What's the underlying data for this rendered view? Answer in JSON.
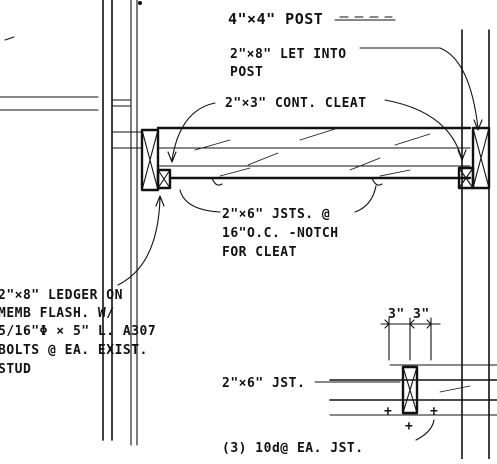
{
  "drawing": {
    "notes": {
      "post": "4\"×4\" POST",
      "let_into_1": "2\"×8\" LET INTO",
      "let_into_2": "POST",
      "cleat": "2\"×3\" CONT. CLEAT",
      "joists_1": "2\"×6\" JSTS. @",
      "joists_2": "16\"O.C. -NOTCH",
      "joists_3": "FOR CLEAT",
      "ledger_1": "2\"×8\" LEDGER ON",
      "ledger_2": "MEMB FLASH. W/",
      "ledger_3": "5/16\"Φ × 5\"  L. A307",
      "ledger_4": "BOLTS @ EA. EXIST.",
      "ledger_5": "STUD",
      "detail_dim_1": "3\"",
      "detail_dim_2": "3\"",
      "detail_joist": "2\"×6\" JST.",
      "detail_nails": "(3) 10d@ EA. JST."
    }
  }
}
